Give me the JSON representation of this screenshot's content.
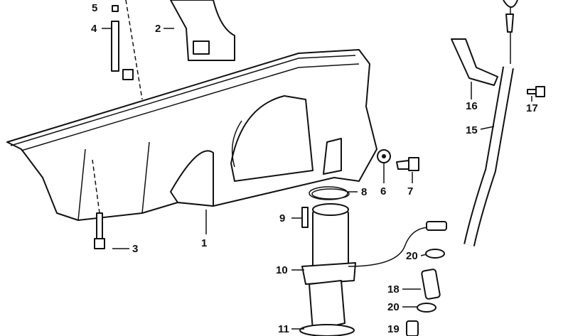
{
  "diagram": {
    "title": "Oil pan and dipstick parts diagram",
    "callouts": [
      {
        "id": "c5",
        "text": "5"
      },
      {
        "id": "c4",
        "text": "4"
      },
      {
        "id": "c2",
        "text": "2"
      },
      {
        "id": "c3",
        "text": "3"
      },
      {
        "id": "c1",
        "text": "1"
      },
      {
        "id": "c8",
        "text": "8"
      },
      {
        "id": "c6",
        "text": "6"
      },
      {
        "id": "c7",
        "text": "7"
      },
      {
        "id": "c9",
        "text": "9"
      },
      {
        "id": "c10",
        "text": "10"
      },
      {
        "id": "c11",
        "text": "11"
      },
      {
        "id": "c16",
        "text": "16"
      },
      {
        "id": "c17",
        "text": "17"
      },
      {
        "id": "c15",
        "text": "15"
      },
      {
        "id": "c20a",
        "text": "20"
      },
      {
        "id": "c18",
        "text": "18"
      },
      {
        "id": "c20b",
        "text": "20"
      },
      {
        "id": "c19",
        "text": "19"
      }
    ]
  }
}
